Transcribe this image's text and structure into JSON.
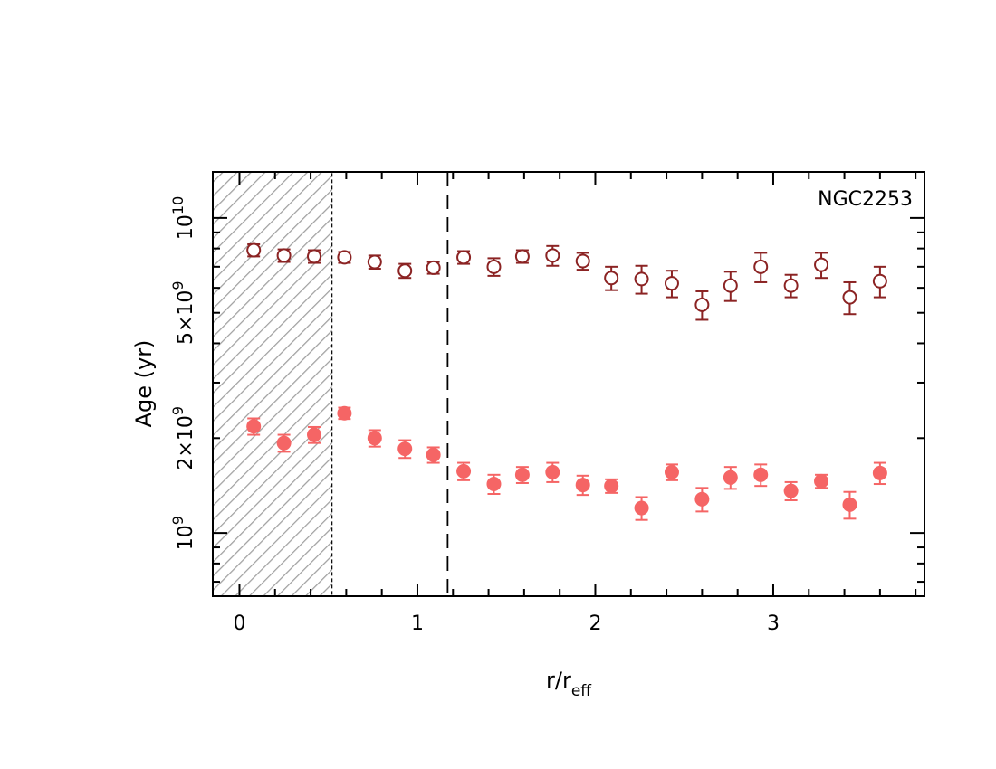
{
  "chart_data": {
    "type": "scatter",
    "annotation": "NGC2253",
    "xlabel": {
      "main": "r/r",
      "sub": "eff"
    },
    "ylabel": "Age (yr)",
    "xlim": [
      -0.15,
      3.85
    ],
    "ylim": [
      630000000,
      14000000000
    ],
    "yscale": "log",
    "x_ticks": [
      0,
      1,
      2,
      3
    ],
    "x_tick_labels": [
      "0",
      "1",
      "2",
      "3"
    ],
    "y_tick_labels": [
      {
        "value": 1000000000,
        "base": "10",
        "exp": "9"
      },
      {
        "value": 2000000000,
        "base": "2×10",
        "exp": "9"
      },
      {
        "value": 5000000000,
        "base": "5×10",
        "exp": "9"
      },
      {
        "value": 10000000000,
        "base": "10",
        "exp": "10"
      }
    ],
    "shaded_region": {
      "x0": -0.15,
      "x1": 0.52,
      "style": "hatched",
      "color": "#a0a0a0"
    },
    "vline": {
      "x": 1.17,
      "style": "dashed"
    },
    "grid": false,
    "series": [
      {
        "marker": "open-circle",
        "color": "#8b2323",
        "x": [
          0.08,
          0.25,
          0.42,
          0.59,
          0.76,
          0.93,
          1.09,
          1.26,
          1.43,
          1.59,
          1.76,
          1.93,
          2.09,
          2.26,
          2.43,
          2.6,
          2.76,
          2.93,
          3.1,
          3.27,
          3.43,
          3.6
        ],
        "y": [
          7900000000.0,
          7600000000.0,
          7550000000.0,
          7500000000.0,
          7250000000.0,
          6800000000.0,
          6950000000.0,
          7500000000.0,
          7000000000.0,
          7550000000.0,
          7600000000.0,
          7300000000.0,
          6450000000.0,
          6400000000.0,
          6200000000.0,
          5300000000.0,
          6100000000.0,
          7000000000.0,
          6100000000.0,
          7100000000.0,
          5600000000.0,
          6300000000.0
        ],
        "yerr": [
          350000000.0,
          350000000.0,
          350000000.0,
          300000000.0,
          350000000.0,
          350000000.0,
          300000000.0,
          350000000.0,
          450000000.0,
          350000000.0,
          550000000.0,
          450000000.0,
          550000000.0,
          650000000.0,
          600000000.0,
          550000000.0,
          650000000.0,
          750000000.0,
          500000000.0,
          650000000.0,
          650000000.0,
          700000000.0
        ]
      },
      {
        "marker": "filled-circle",
        "color": "#f56565",
        "x": [
          0.08,
          0.25,
          0.42,
          0.59,
          0.76,
          0.93,
          1.09,
          1.26,
          1.43,
          1.59,
          1.76,
          1.93,
          2.09,
          2.26,
          2.43,
          2.6,
          2.76,
          2.93,
          3.1,
          3.27,
          3.43,
          3.6
        ],
        "y": [
          2180000000.0,
          1930000000.0,
          2050000000.0,
          2400000000.0,
          2000000000.0,
          1850000000.0,
          1770000000.0,
          1570000000.0,
          1430000000.0,
          1530000000.0,
          1560000000.0,
          1420000000.0,
          1410000000.0,
          1200000000.0,
          1560000000.0,
          1280000000.0,
          1500000000.0,
          1530000000.0,
          1360000000.0,
          1460000000.0,
          1230000000.0,
          1550000000.0
        ]
      }
    ],
    "filled_yerr": [
      130000000.0,
      120000000.0,
      120000000.0,
      100000000.0,
      120000000.0,
      120000000.0,
      100000000.0,
      100000000.0,
      100000000.0,
      90000000.0,
      110000000.0,
      100000000.0,
      70000000.0,
      100000000.0,
      90000000.0,
      110000000.0,
      120000000.0,
      120000000.0,
      90000000.0,
      70000000.0,
      120000000.0,
      120000000.0
    ]
  }
}
